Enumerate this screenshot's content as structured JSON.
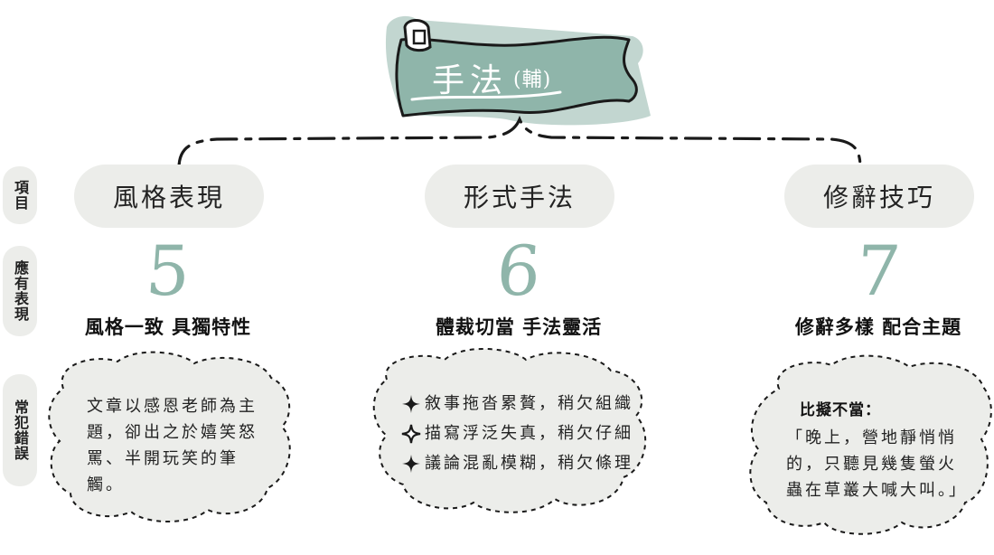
{
  "banner": {
    "title": "手法",
    "subtitle": "(輔)"
  },
  "sidebar": {
    "items": [
      {
        "label": "項目"
      },
      {
        "label": "應有表現"
      },
      {
        "label": "常犯錯誤"
      }
    ]
  },
  "columns": [
    {
      "item": "風格表現",
      "score": "5",
      "expectation": "風格一致 具獨特性",
      "mistakes_text": "文章以感恩老師為主題，卻出之於嬉笑怒罵、半開玩笑的筆觸。"
    },
    {
      "item": "形式手法",
      "score": "6",
      "expectation": "體裁切當 手法靈活",
      "mistakes_list": [
        "敘事拖沓累贅，稍欠組織",
        "描寫浮泛失真，稍欠仔細",
        "議論混亂模糊，稍欠條理"
      ]
    },
    {
      "item": "修辭技巧",
      "score": "7",
      "expectation": "修辭多樣 配合主題",
      "mistakes_title": "比擬不當：",
      "mistakes_text": "「晚上，營地靜悄悄的，只聽見幾隻螢火蟲在草叢大喊大叫。」"
    }
  ],
  "colors": {
    "accent": "#8fb5aa",
    "panel": "#ecedea",
    "outline": "#1a1a1a"
  },
  "icons": {
    "list_bullet": "four-point-star-icon",
    "banner": "scroll-banner-icon"
  }
}
